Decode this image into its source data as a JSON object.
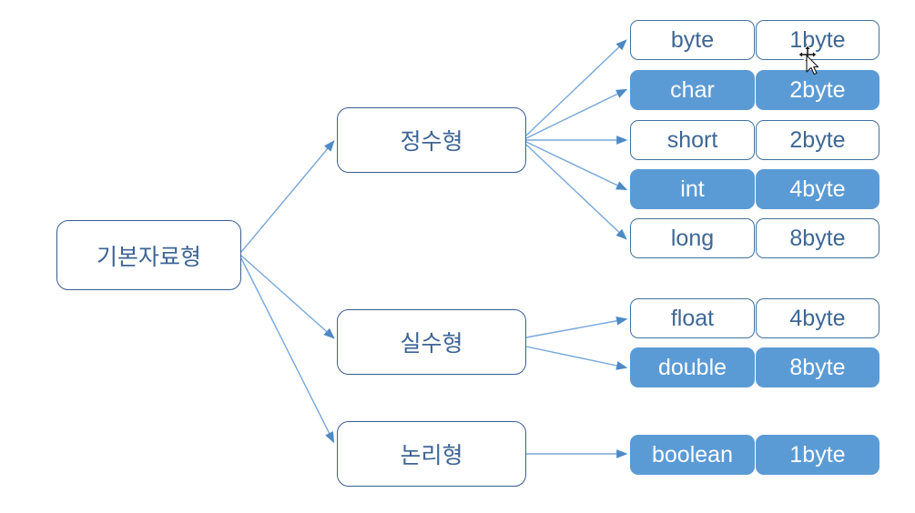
{
  "diagram": {
    "root": {
      "label": "기본자료형"
    },
    "branches": [
      {
        "label": "정수형",
        "children": [
          {
            "name": "byte",
            "size": "1byte",
            "highlighted": false
          },
          {
            "name": "char",
            "size": "2byte",
            "highlighted": true
          },
          {
            "name": "short",
            "size": "2byte",
            "highlighted": false
          },
          {
            "name": "int",
            "size": "4byte",
            "highlighted": true
          },
          {
            "name": "long",
            "size": "8byte",
            "highlighted": false
          }
        ]
      },
      {
        "label": "실수형",
        "children": [
          {
            "name": "float",
            "size": "4byte",
            "highlighted": false
          },
          {
            "name": "double",
            "size": "8byte",
            "highlighted": true
          }
        ]
      },
      {
        "label": "논리형",
        "children": [
          {
            "name": "boolean",
            "size": "1byte",
            "highlighted": true
          }
        ]
      }
    ],
    "colors": {
      "highlight_fill": "#5b9bd5",
      "leaf_border": "#41719c",
      "node_border": "#3a5c90",
      "text_blue": "#3d6494",
      "line": "#79a7da",
      "arrowhead": "#4d8ac5"
    }
  },
  "cursor": {
    "icon": "move-pointer-cursor"
  }
}
